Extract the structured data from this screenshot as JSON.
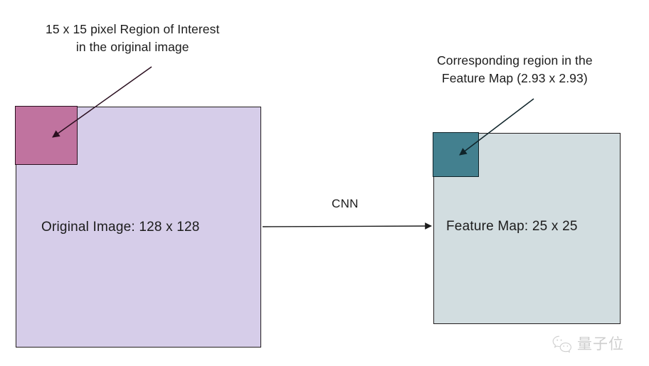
{
  "diagram": {
    "title_implicit": "CNN receptive-field mapping between original image and feature map",
    "annotations": {
      "roi_label": {
        "line1": "15 x 15 pixel Region of Interest",
        "line2": "in the original image"
      },
      "feature_map_label": {
        "line1": "Corresponding region in the",
        "line2": "Feature Map (2.93 x 2.93)"
      },
      "transform_label": "CNN"
    },
    "boxes": [
      {
        "id": "original-image",
        "caption": "Original Image: 128 x 128",
        "fill": "#d6cde9",
        "stroke": "#231f20",
        "region": {
          "id": "roi-region",
          "fill": "#c0739f",
          "stroke": "#2b1020",
          "size_label": "15 x 15"
        }
      },
      {
        "id": "feature-map",
        "caption": "Feature Map: 25 x 25",
        "fill": "#d2dde0",
        "stroke": "#231f20",
        "region": {
          "id": "fm-region",
          "fill": "#43808f",
          "stroke": "#10242a",
          "size_label": "2.93 x 2.93"
        }
      }
    ],
    "arrows": [
      {
        "name": "roi-pointer-arrow",
        "from": "roi-label",
        "to": "roi-region",
        "color": "#2b1020"
      },
      {
        "name": "feature-region-pointer-arrow",
        "from": "feature-map-label",
        "to": "fm-region",
        "color": "#10242a"
      },
      {
        "name": "cnn-transform-arrow",
        "from": "original-image-box",
        "to": "feature-map-box",
        "color": "#1c1c1c"
      }
    ]
  },
  "watermark": {
    "text": "量子位",
    "icon": "wechat-icon",
    "color": "#8d8d8d"
  }
}
